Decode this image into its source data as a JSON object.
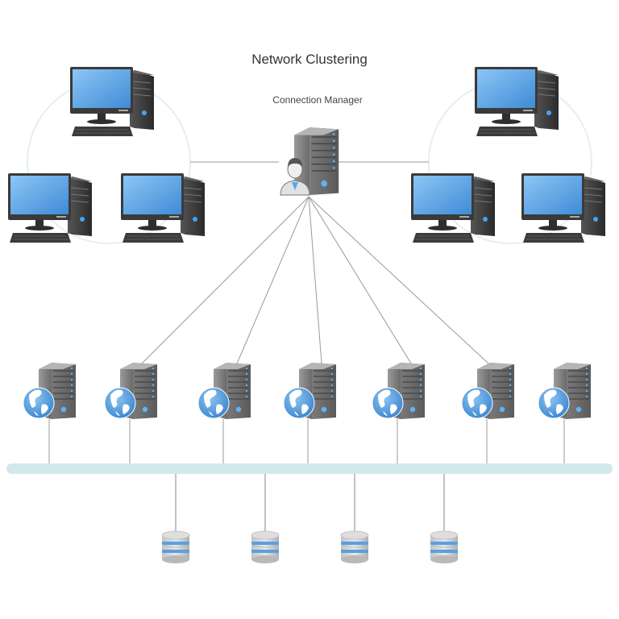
{
  "diagram": {
    "title": "Network Clustering",
    "manager_label": "Connection Manager",
    "colors": {
      "bus": "#d2e8eb",
      "connector": "#999999",
      "cluster_ring": "#e6eef2",
      "screen": "#5aa6e8",
      "globe": "#4a94d8",
      "db_band": "#5b9fe0"
    },
    "nodes": {
      "manager": {
        "type": "manager-server",
        "label": "Connection Manager"
      },
      "left_cluster": [
        {
          "type": "desktop-computer"
        },
        {
          "type": "desktop-computer"
        },
        {
          "type": "desktop-computer"
        }
      ],
      "right_cluster": [
        {
          "type": "desktop-computer"
        },
        {
          "type": "desktop-computer"
        },
        {
          "type": "desktop-computer"
        }
      ],
      "web_servers": [
        {
          "type": "web-server",
          "linked_to_manager": false
        },
        {
          "type": "web-server",
          "linked_to_manager": true
        },
        {
          "type": "web-server",
          "linked_to_manager": true
        },
        {
          "type": "web-server",
          "linked_to_manager": true
        },
        {
          "type": "web-server",
          "linked_to_manager": true
        },
        {
          "type": "web-server",
          "linked_to_manager": true
        },
        {
          "type": "web-server",
          "linked_to_manager": false
        }
      ],
      "databases": [
        {
          "type": "database"
        },
        {
          "type": "database"
        },
        {
          "type": "database"
        },
        {
          "type": "database"
        }
      ]
    }
  }
}
